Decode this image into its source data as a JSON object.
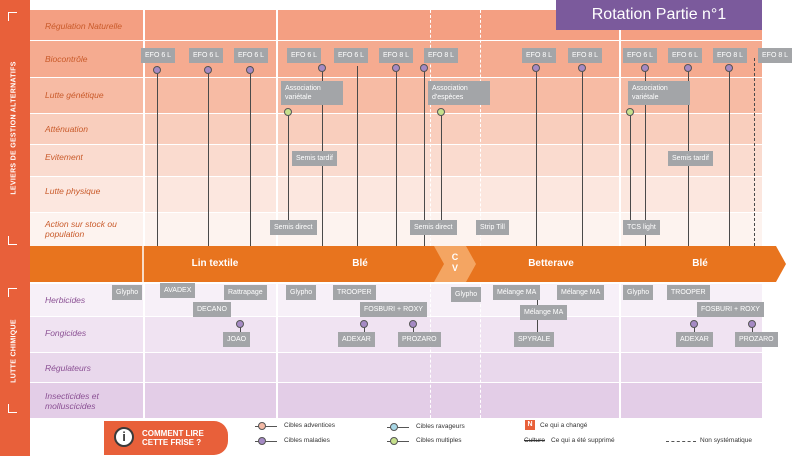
{
  "title": "Rotation Partie n°1",
  "side_labels": {
    "alternatives": "LEVIERS DE GESTION ALTERNATIFS",
    "chemique": "LUTTE CHIMIQUE"
  },
  "rows_alt": [
    "Régulation Naturelle",
    "Biocontrôle",
    "Lutte génétique",
    "Atténuation",
    "Evitement",
    "Lutte physique",
    "Action sur stock ou population"
  ],
  "rows_chem": [
    "Herbicides",
    "Fongicides",
    "Régulateurs",
    "Insecticides et molluscicides"
  ],
  "crops": [
    "Lin textile",
    "Blé",
    "C V",
    "Betterave",
    "Blé"
  ],
  "boxes": {
    "efo": [
      "EFO 6 L",
      "EFO 6 L",
      "EFO 6 L",
      "EFO 6 L",
      "EFO 6 L",
      "EFO 8 L",
      "EFO 8 L",
      "EFO 8 L",
      "EFO 8 L",
      "EFO 6 L",
      "EFO 6 L",
      "EFO 8 L",
      "EFO 8 L"
    ],
    "assoc_var": "Association variétale",
    "assoc_esp": "Association d'espèces",
    "semis_tardif": "Semis tardif",
    "semis_direct": "Semis direct",
    "strip_till": "Strip Till",
    "tcs_light": "TCS light",
    "glypho": "Glypho",
    "avadex": "AVADEX",
    "rattrapage": "Rattrapage",
    "decano": "DECANO",
    "joao": "JOAO",
    "trooper": "TROOPER",
    "fosburi": "FOSBURI + ROXY",
    "adexar": "ADEXAR",
    "prozaro": "PROZARO",
    "melange": "Mélange MA",
    "spyrale": "SPYRALE"
  },
  "info": {
    "icon": "i",
    "line1": "COMMENT LIRE",
    "line2": "CETTE FRISE ?"
  },
  "legend": {
    "adventices": "Cibles adventices",
    "maladies": "Cibles maladies",
    "ravageurs": "Cibles ravageurs",
    "multiples": "Cibles multiples",
    "change_mark": "N",
    "change": "Ce qui a changé",
    "supprime_word": "Culture",
    "supprime": "Ce qui a été supprimé",
    "non_syst": "Non systématique"
  },
  "colors": {
    "accent": "#e8603a",
    "arrow": "#e8741e",
    "cv": "#f4a562",
    "box": "#a3a5a8",
    "title_bg": "#7b5a9c",
    "maladie": "#a58ac4",
    "adventice": "#f3b9a5",
    "multiple": "#c6e08d",
    "ravageur": "#a8d7e6"
  }
}
